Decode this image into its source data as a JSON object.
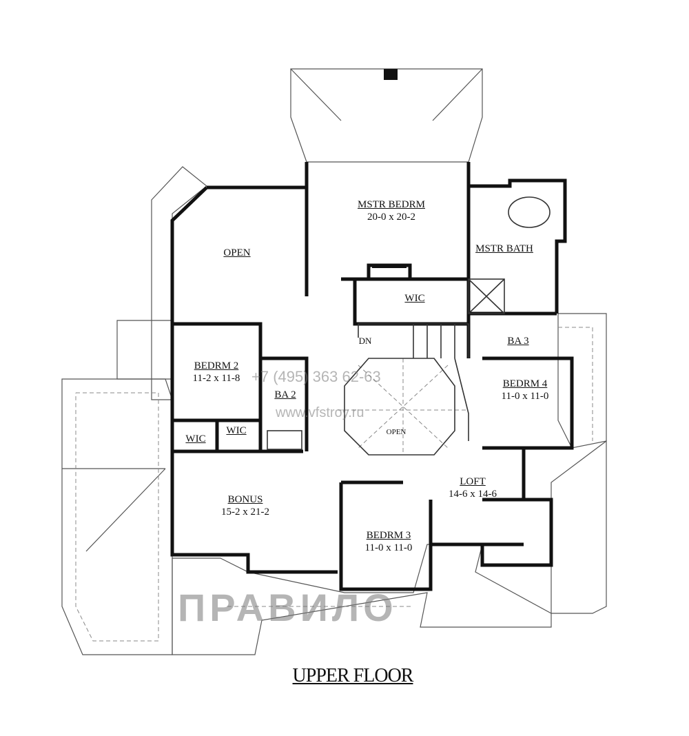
{
  "title": "UPPER FLOOR",
  "rooms": [
    {
      "name": "MSTR BEDRM",
      "size": "20-0 x 20-2"
    },
    {
      "name": "MSTR BATH",
      "size": ""
    },
    {
      "name": "OPEN",
      "size": ""
    },
    {
      "name": "WIC",
      "size": ""
    },
    {
      "name": "BEDRM 2",
      "size": "11-2 x 11-8"
    },
    {
      "name": "BA 2",
      "size": ""
    },
    {
      "name": "BA 3",
      "size": ""
    },
    {
      "name": "BEDRM 4",
      "size": "11-0 x 11-0"
    },
    {
      "name": "WIC",
      "size": ""
    },
    {
      "name": "WIC",
      "size": ""
    },
    {
      "name": "BONUS",
      "size": "15-2 x 21-2"
    },
    {
      "name": "BEDRM 3",
      "size": "11-0 x 11-0"
    },
    {
      "name": "LOFT",
      "size": "14-6 x 14-6"
    },
    {
      "name": "DN",
      "size": ""
    },
    {
      "name": "OPEN",
      "size": ""
    }
  ],
  "watermark": {
    "logo": "ПРАВИЛО",
    "phone": "+7 (495) 363 62-63",
    "site": "www.vfstroy.ru"
  }
}
